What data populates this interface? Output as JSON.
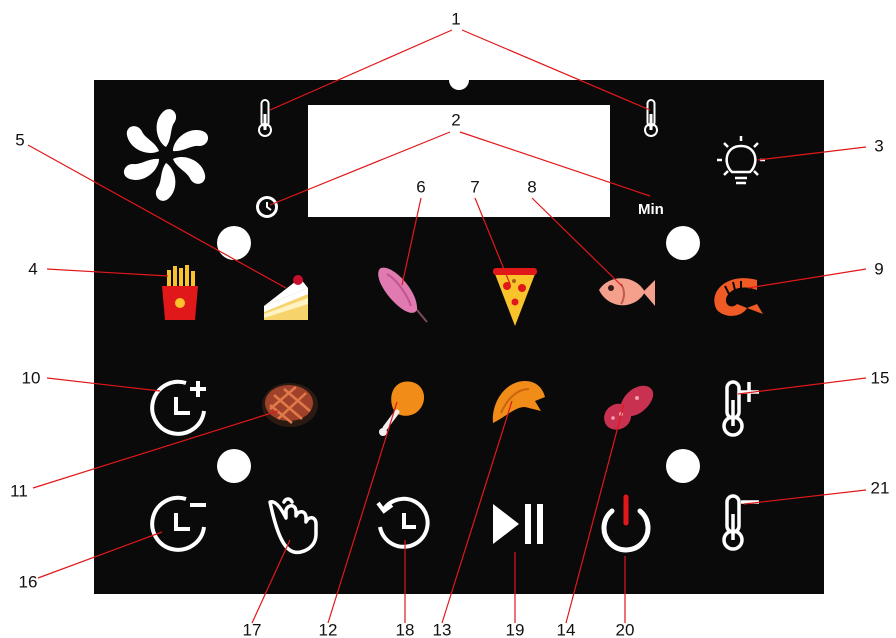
{
  "panel": {
    "display_unit_label": "Min"
  },
  "callouts": [
    "1",
    "1",
    "2",
    "2",
    "3",
    "4",
    "5",
    "6",
    "7",
    "8",
    "9",
    "10",
    "11",
    "12",
    "13",
    "14",
    "15",
    "16",
    "17",
    "18",
    "19",
    "20",
    "21"
  ],
  "icons": {
    "top_left_thermometer": "thermometer-icon",
    "top_right_thermometer": "thermometer-icon",
    "fan": "fan-icon",
    "clock": "clock-icon",
    "light": "light-bulb-icon",
    "fries": "french-fries-icon",
    "cake": "cake-icon",
    "sweet_potato": "sweet-potato-icon",
    "pizza": "pizza-icon",
    "fish": "fish-icon",
    "shrimp": "shrimp-icon",
    "timer_plus": "timer-plus-icon",
    "steak": "steak-icon",
    "drumstick": "chicken-drumstick-icon",
    "wing": "chicken-wing-icon",
    "sausage": "sausage-icon",
    "temp_plus": "temperature-plus-icon",
    "timer_minus": "timer-minus-icon",
    "hand": "hand-touch-icon",
    "preset_timer": "timer-history-icon",
    "play_pause": "play-pause-icon",
    "power": "power-icon",
    "temp_minus": "temperature-minus-icon"
  },
  "colors": {
    "panel": "#0a0a0a",
    "leader": "#e0181a",
    "power_accent": "#e0181a"
  }
}
